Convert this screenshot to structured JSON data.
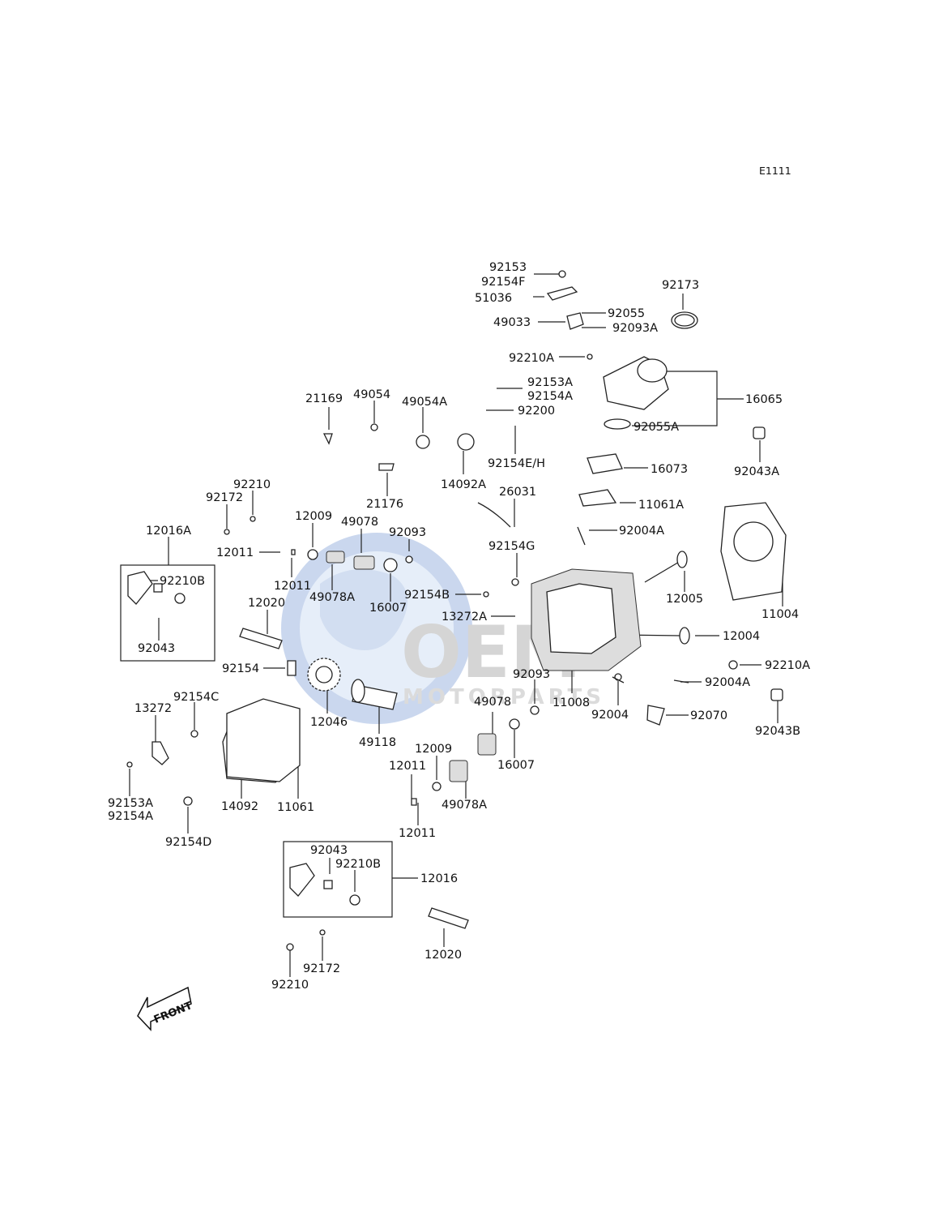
{
  "diagram_ref": "E1111",
  "front_label": "FRONT",
  "watermark": {
    "brand": "OEM",
    "sub": "MOTORPARTS"
  },
  "labels": [
    "92153",
    "92154F",
    "51036",
    "92055",
    "49033",
    "92093A",
    "92173",
    "92210A",
    "92153A",
    "92154A",
    "16065",
    "21169",
    "49054",
    "49054A",
    "92200",
    "92055A",
    "92154E/H",
    "92043A",
    "16073",
    "21176",
    "14092A",
    "26031",
    "11061A",
    "92210",
    "92172",
    "12009",
    "49078",
    "92093",
    "92004A",
    "12016A",
    "92154G",
    "12011",
    "92210B",
    "12005",
    "11004",
    "12011",
    "49078A",
    "92154B",
    "16007",
    "12020",
    "13272A",
    "12004",
    "92043",
    "92210A",
    "92154",
    "92093",
    "92004A",
    "11008",
    "49078",
    "92154C",
    "12046",
    "49118",
    "92004",
    "92070",
    "92043B",
    "13272",
    "12009",
    "16007",
    "12011",
    "49078A",
    "92153A",
    "92154A",
    "14092",
    "11061",
    "12011",
    "92154D",
    "92043",
    "92210B",
    "12016",
    "12020",
    "92172",
    "92210"
  ]
}
